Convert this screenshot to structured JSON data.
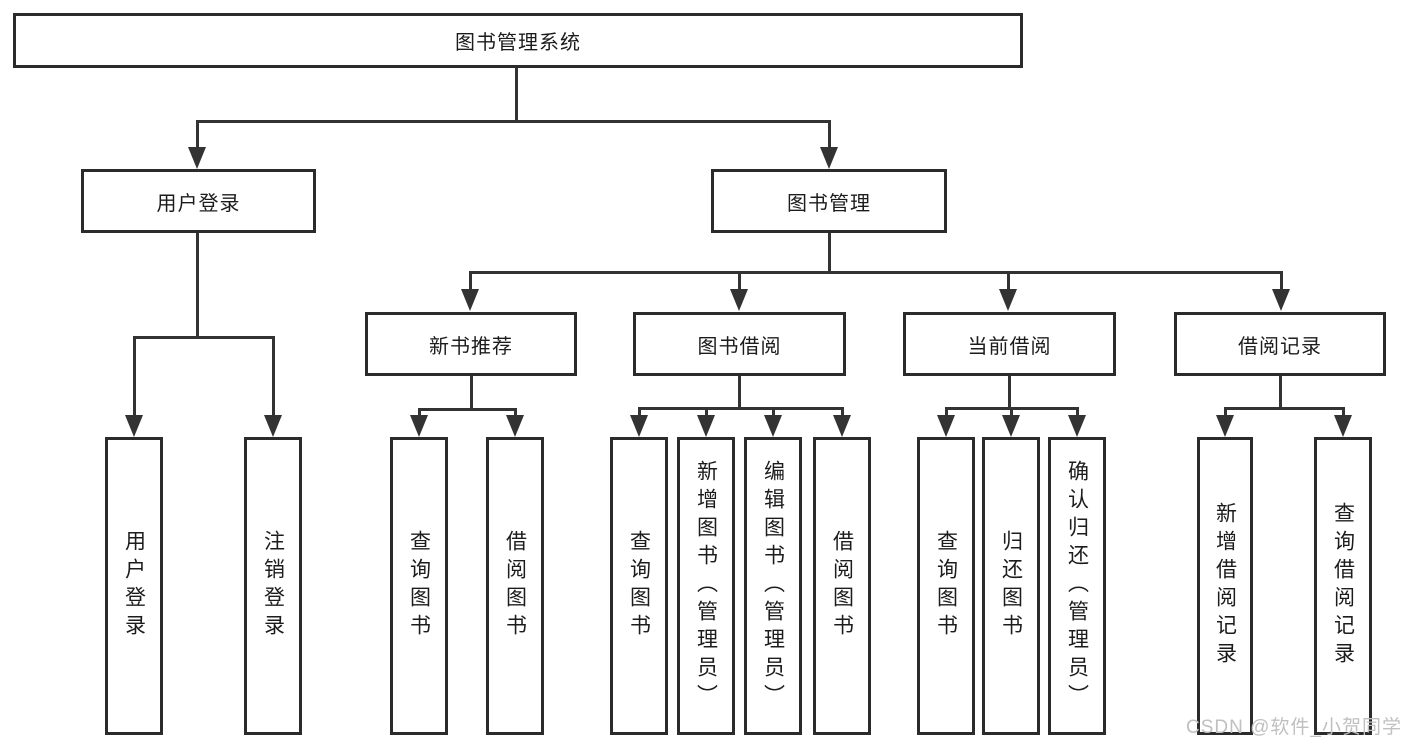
{
  "diagram": {
    "tree": {
      "root": "图书管理系统",
      "user_login": {
        "label": "用户登录",
        "children": [
          "用户登录",
          "注销登录"
        ]
      },
      "book_mgmt": {
        "label": "图书管理",
        "children": [
          {
            "label": "新书推荐",
            "children": [
              "查询图书",
              "借阅图书"
            ]
          },
          {
            "label": "图书借阅",
            "children": [
              "查询图书",
              "新增图书（管理员）",
              "编辑图书（管理员）",
              "借阅图书"
            ]
          },
          {
            "label": "当前借阅",
            "children": [
              "查询图书",
              "归还图书",
              "确认归还（管理员）"
            ]
          },
          {
            "label": "借阅记录",
            "children": [
              "新增借阅记录",
              "查询借阅记录"
            ]
          }
        ]
      }
    }
  },
  "watermark": "CSDN @软件_小贺同学",
  "colors": {
    "line": "#333333",
    "box_border": "#2b2b2b",
    "text": "#1c1c1c",
    "background": "#ffffff",
    "watermark": "#c0c0c0"
  }
}
